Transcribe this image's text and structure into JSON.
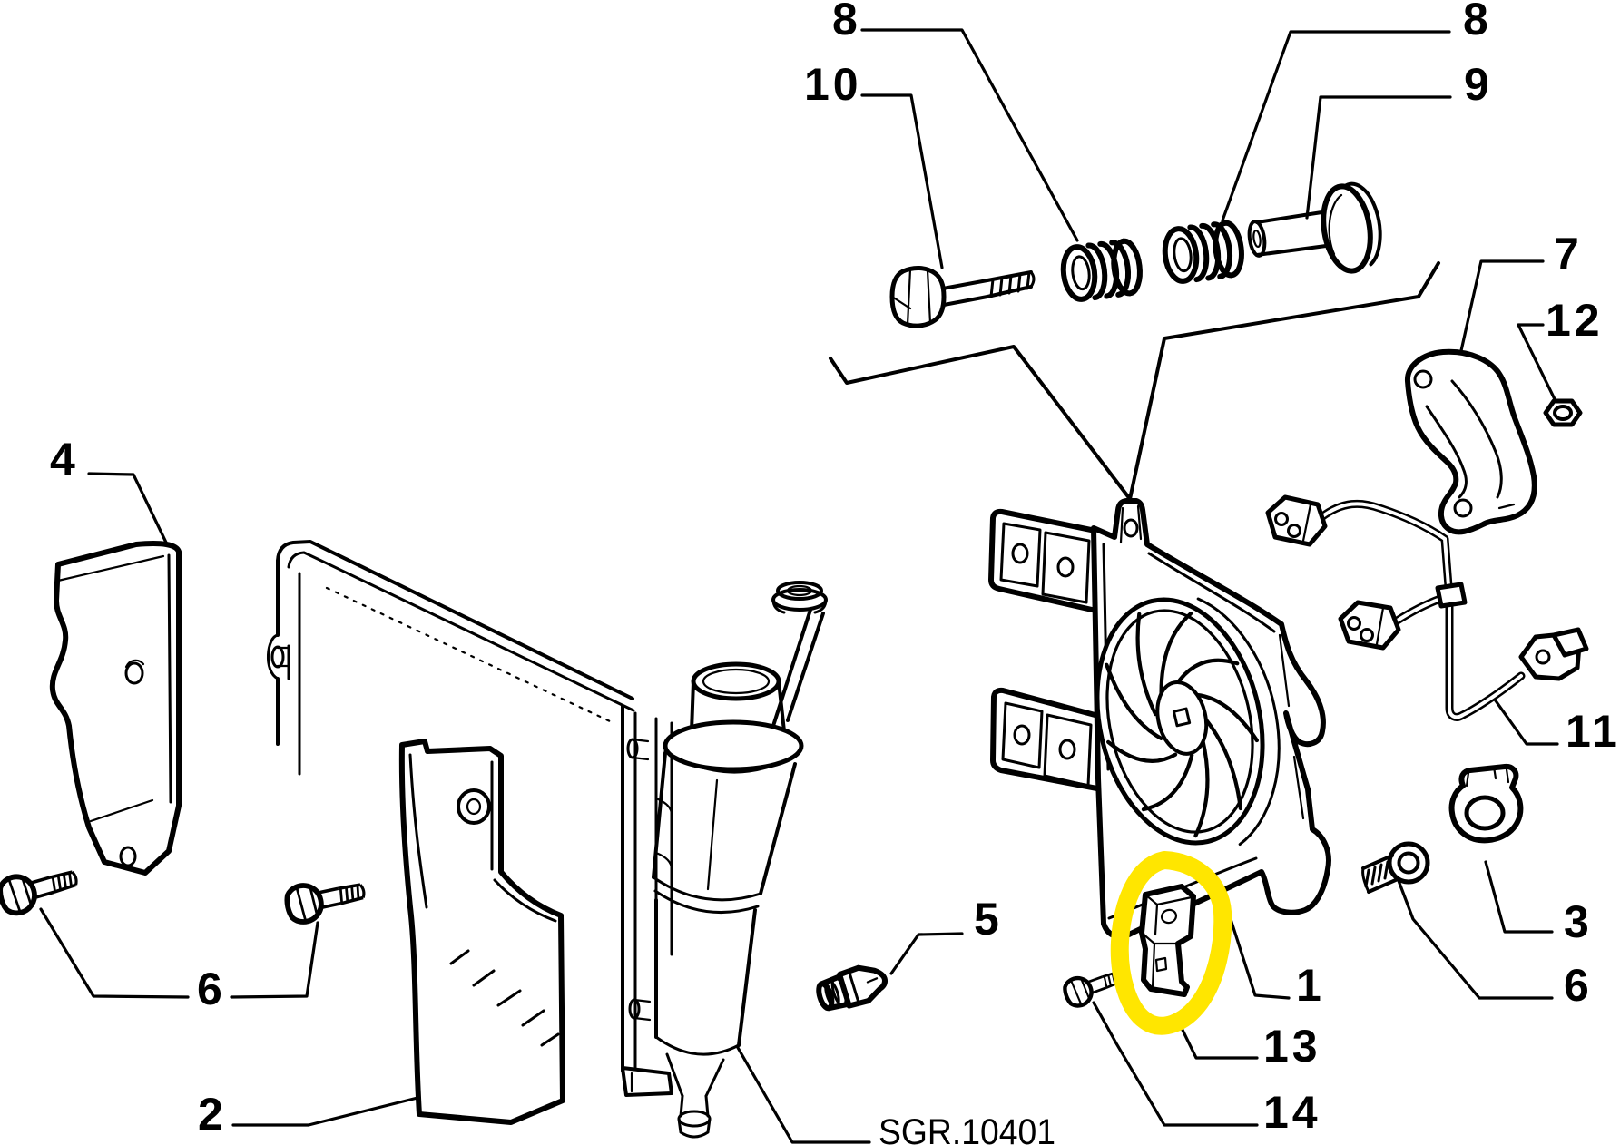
{
  "diagram": {
    "background_color": "#ffffff",
    "line_color": "#000000",
    "highlight_color": "#ffe600",
    "doc_code": "SGR.10401",
    "callouts": {
      "n1": "1",
      "n2": "2",
      "n3": "3",
      "n4": "4",
      "n5": "5",
      "n6_left": "6",
      "n6_right": "6",
      "n7": "7",
      "n8_left": "8",
      "n8_right": "8",
      "n9": "9",
      "n10": "10",
      "n11": "11",
      "n12": "12",
      "n13": "13",
      "n14": "14"
    }
  }
}
